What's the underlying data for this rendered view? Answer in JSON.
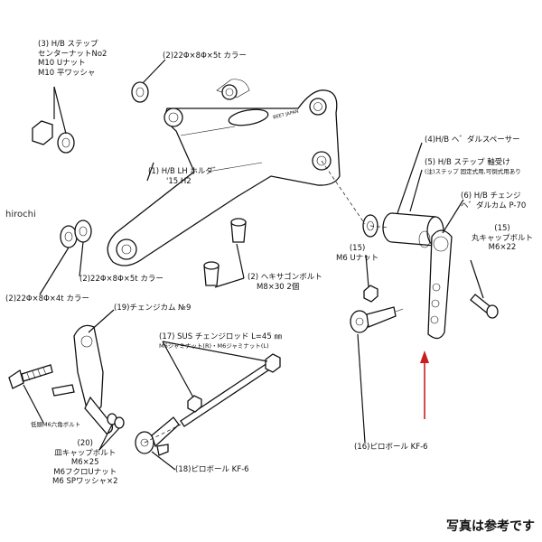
{
  "watermark": "hirochi",
  "footer_note": "写真は参考です",
  "logo_text": "BEET JAPAN",
  "labels": {
    "p3": [
      "(3) H/B ステップ",
      "センターナットNo2",
      "M10 Uナット",
      "M10 平ワッシャ"
    ],
    "p2_top": [
      "(2)22Φ×8Φ×5t カラー"
    ],
    "p1": [
      "(1)  H/B LH ホルダ゛",
      "'15  H2"
    ],
    "p4": [
      "(4)H/B ヘ゛ダルスペーサー"
    ],
    "p5": [
      "(5) H/B ステップ 軸受け",
      "(注)ステップ 固定式用,可倒式用あり"
    ],
    "p6": [
      "(6) H/B チェンジ",
      "ヘ゛ダルカム P-70"
    ],
    "p15_right": [
      "(15)",
      "丸キャップボルト",
      "M6×22"
    ],
    "p2_mid": [
      "(2)22Φ×8Φ×5t カラー"
    ],
    "p2_left": [
      "(2)22Φ×8Φ×4t カラー"
    ],
    "p2_hex": [
      "(2) ヘキサゴンボルト",
      "M8×30 2個"
    ],
    "p15_mid": [
      "(15)",
      "M6 Uナット"
    ],
    "p19": [
      "(19)チェンジカム №9"
    ],
    "p17": [
      "(17) SUS チェンジロッド L=45 ㎜",
      "M6ジャミナット(R)・M6ジャミナット(L)"
    ],
    "left_bolt": [
      "低頭M6六角ボルト"
    ],
    "p20": [
      "(20)",
      "皿キャップボルト",
      "M6×25",
      "M6フクロUナット",
      "M6 SPワッシャ×2"
    ],
    "p18": [
      "(18)ピロボール KF-6"
    ],
    "p16": [
      "(16)ピロボール KF-6"
    ]
  },
  "colors": {
    "line": "#111111",
    "arrow": "#c81e1e"
  }
}
